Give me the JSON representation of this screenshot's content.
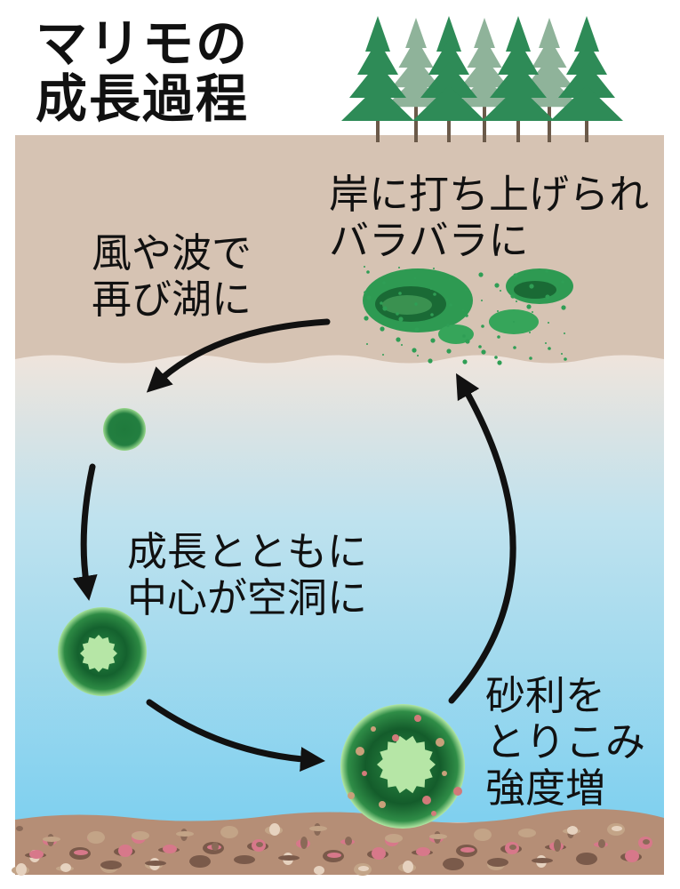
{
  "title": {
    "line1": "マリモの",
    "line2": "成長過程"
  },
  "stages": {
    "shore": {
      "line1": "岸に打ち上げられ",
      "line2": "バラバラに"
    },
    "return": {
      "line1": "風や波で",
      "line2": "再び湖に"
    },
    "hollow": {
      "line1": "成長とともに",
      "line2": "中心が空洞に"
    },
    "gravel": {
      "line1": "砂利を",
      "line2": "とりこみ",
      "line3": "強度増"
    }
  },
  "colors": {
    "shore": "#d6c3b3",
    "water_top": "#e9dcd3",
    "water_bottom": "#7fd0ef",
    "lakebed": "#b58e76",
    "marimo_dark": "#1f7a3c",
    "marimo_light": "#a6df9e",
    "tree_dark": "#2e8b57",
    "tree_light": "#8fb39a",
    "arrow": "#111111"
  }
}
